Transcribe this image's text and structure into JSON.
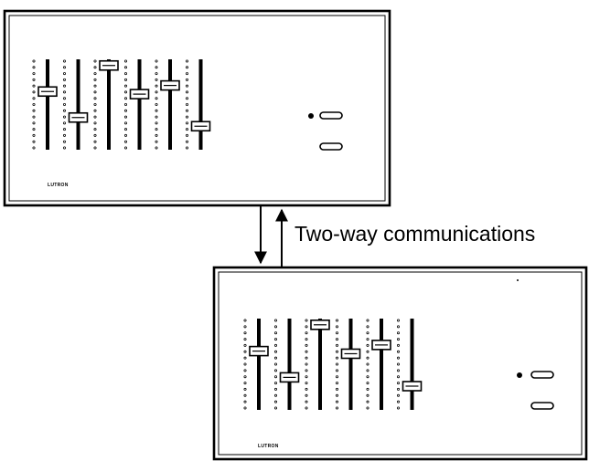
{
  "label": "Two-way communications",
  "panels": [
    {
      "brand": "LUTRON",
      "fader_levels": [
        0.65,
        0.35,
        0.95,
        0.62,
        0.72,
        0.25
      ],
      "led_on": true,
      "buttons": [
        "top-button",
        "bottom-button"
      ]
    },
    {
      "brand": "LUTRON",
      "fader_levels": [
        0.65,
        0.35,
        0.95,
        0.62,
        0.72,
        0.25
      ],
      "led_on": true,
      "buttons": [
        "top-button",
        "bottom-button"
      ]
    }
  ],
  "arrows": {
    "down": "panel-1 to panel-2",
    "up": "panel-2 to panel-1"
  }
}
